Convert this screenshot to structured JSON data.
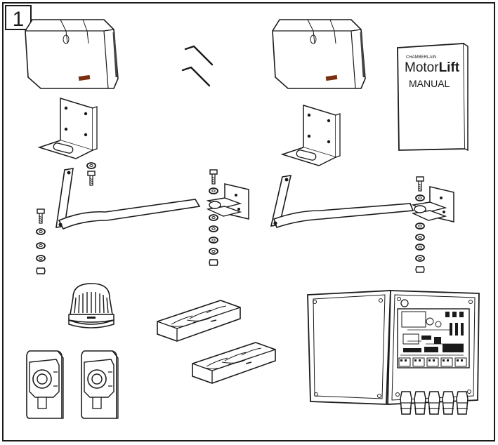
{
  "figure": {
    "number": "1"
  },
  "manual": {
    "brand_small": "CHAMBERLAIN",
    "title_light": "Motor",
    "title_bold": "Lift",
    "subtitle": "MANUAL"
  },
  "colors": {
    "line": "#1a1a1a",
    "background": "#ffffff",
    "shade": "#7a7a7a"
  },
  "icons": [
    "motor-icon",
    "allen-key-icon",
    "mounting-bracket-icon",
    "arm-icon",
    "bolt-stack-icon",
    "warning-lamp-icon",
    "remote-control-icon",
    "photocell-icon",
    "control-box-icon",
    "manual-booklet-icon"
  ]
}
